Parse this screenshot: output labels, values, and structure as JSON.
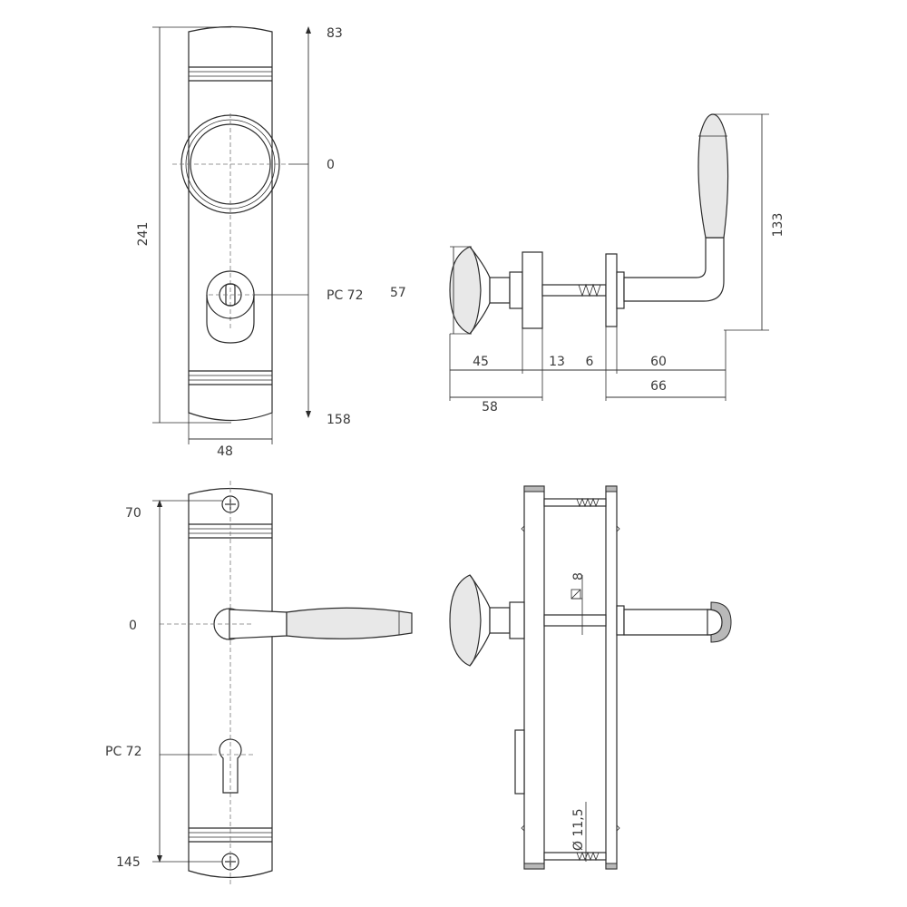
{
  "colors": {
    "line": "#2b2b2b",
    "shade": "#e8e8e8",
    "dark_shade": "#b9b9b9",
    "background": "#ffffff"
  },
  "top_front_view": {
    "dims": {
      "top": "83",
      "center": "0",
      "cylinder": "PC 72",
      "bottom": "158",
      "height": "241",
      "width": "48"
    }
  },
  "top_side_view": {
    "dims": {
      "knob_height": "57",
      "handle_height": "133",
      "knob_depth": "45",
      "rosette": "13",
      "plate": "6",
      "lever_reach": "60",
      "knob_total": "58",
      "lever_total": "66"
    }
  },
  "bottom_front_view": {
    "dims": {
      "top": "70",
      "center": "0",
      "cylinder": "PC 72",
      "bottom": "145"
    }
  },
  "bottom_side_view": {
    "dims": {
      "spindle": "8",
      "screw": "Ø 11,5"
    }
  }
}
